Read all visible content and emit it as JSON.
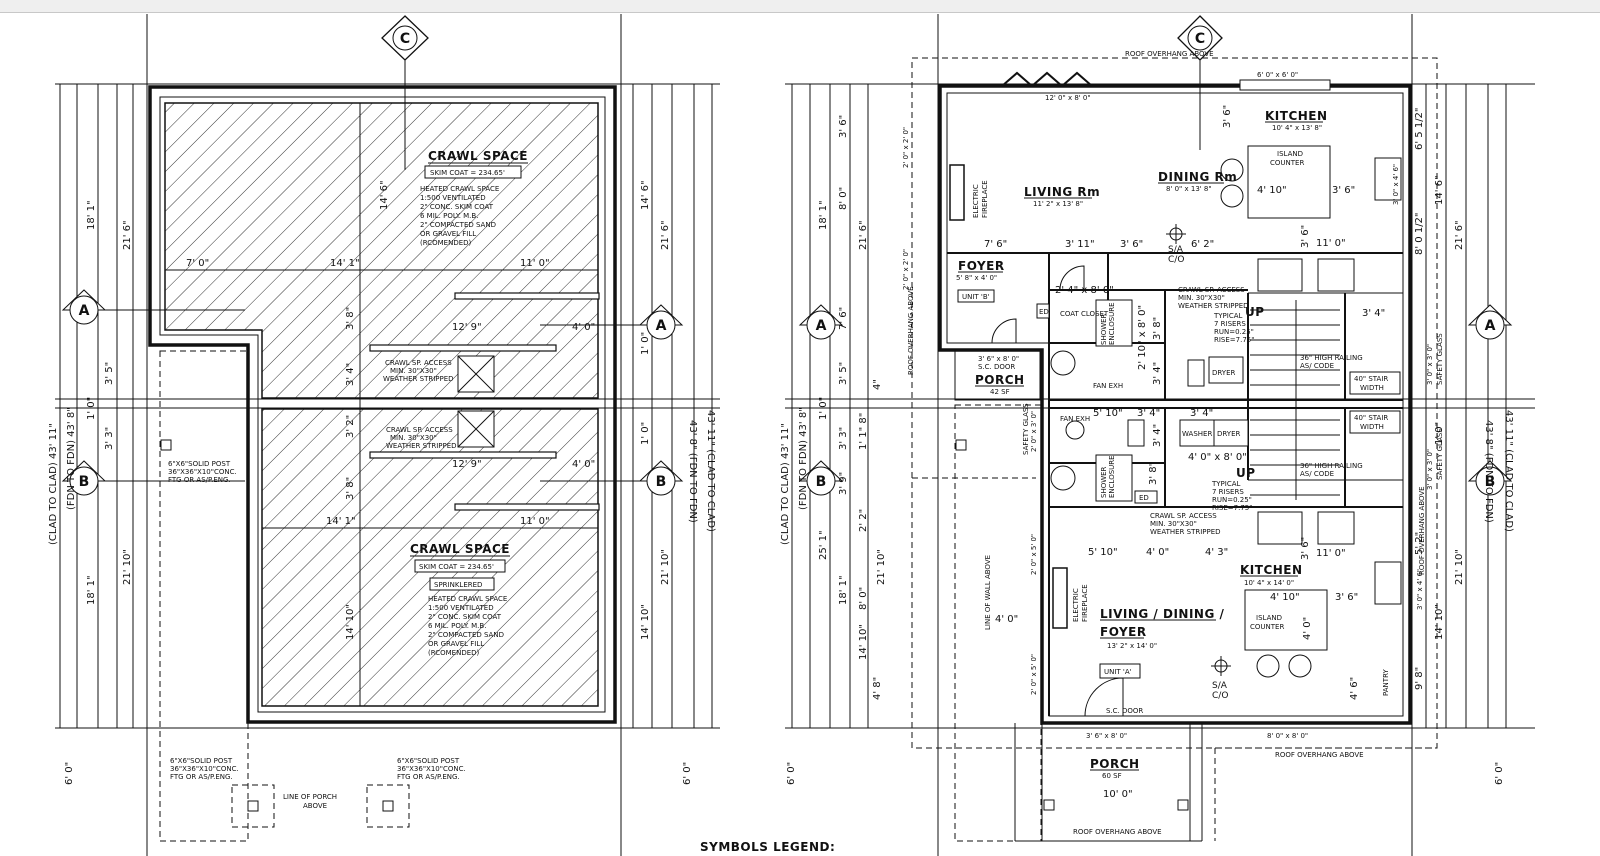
{
  "tags": {
    "grid_c": "C",
    "grid_a": "A",
    "grid_b": "B"
  },
  "foundation": {
    "crawl_top": {
      "title": "CRAWL SPACE",
      "skim": "SKIM COAT = 234.65'",
      "notes": [
        "HEATED CRAWL SPACE",
        "1:500 VENTILATED",
        "2\" CONC. SKIM COAT",
        "6 MIL. POLY. M.B.",
        "2\" COMPACTED SAND",
        "OR GRAVEL FILL",
        "(RCOMENDED)"
      ]
    },
    "crawl_bottom": {
      "title": "CRAWL SPACE",
      "skim": "SKIM COAT = 234.65'",
      "sprinklered": "SPRINKLERED",
      "notes": [
        "HEATED CRAWL SPACE",
        "1:500 VENTILATED",
        "2\" CONC. SKIM COAT",
        "6 MIL. POLY. M.B.",
        "2\" COMPACTED SAND",
        "OR GRAVEL FILL",
        "(RCOMENDED)"
      ]
    },
    "access_1": [
      "CRAWL SP. ACCESS",
      "MIN. 30\"X30\"",
      "WEATHER STRIPPED"
    ],
    "access_2": [
      "CRAWL SP. ACCESS",
      "MIN. 30\"X30\"",
      "WEATHER STRIPPED"
    ],
    "post_note_left": [
      "6\"X6\"SOLID POST",
      "36\"X36\"X10\"CONC.",
      "FTG OR AS/P.ENG."
    ],
    "post_note_bl": [
      "6\"X6\"SOLID POST",
      "36\"X36\"X10\"CONC.",
      "FTG OR AS/P.ENG."
    ],
    "post_note_br": [
      "6\"X6\"SOLID POST",
      "36\"X36\"X10\"CONC.",
      "FTG OR AS/P.ENG."
    ],
    "porch_line": [
      "LINE OF PORCH",
      "ABOVE"
    ],
    "dims": {
      "d7": "7' 0\"",
      "d141a": "14' 1\"",
      "d11a": "11' 0\"",
      "d129a": "12' 9\"",
      "d4a": "4' 0\"",
      "d129b": "12' 9\"",
      "d4b": "4' 0\"",
      "d141b": "14' 1\"",
      "d11b": "11' 0\"",
      "v146": "14' 6\"",
      "v38a": "3' 8\"",
      "v34": "3' 4\"",
      "v32": "3' 2\"",
      "v38b": "3' 8\"",
      "v1410": "14' 10\"",
      "l181a": "18' 1\"",
      "l216": "21' 6\"",
      "l35": "3' 5\"",
      "l10a": "1' 0\"",
      "l33": "3' 3\"",
      "l181b": "18' 1\"",
      "l2110": "21' 10\"",
      "l60": "6' 0\"",
      "r146": "14' 6\"",
      "r216": "21' 6\"",
      "r10a": "1' 0\"",
      "r10b": "1' 0\"",
      "r2110": "21' 10\"",
      "r1410": "14' 10\"",
      "r60": "6' 0\""
    },
    "side_labels": {
      "clad": "(CLAD TO CLAD) 43' 11\"",
      "fdn": "(FDN TO FDN) 43' 8\"",
      "r_fdn": "43' 8\" (FDN TO FDN)",
      "r_clad": "43' 11\" (CLAD TO CLAD)"
    }
  },
  "floor": {
    "roof_top": "ROOF OVERHANG ABOVE",
    "roof_left": "ROOF OVERHANG ABOVE",
    "roof_right": "ROOF OVERHANG ABOVE",
    "roof_bottom_right": "ROOF OVERHANG ABOVE",
    "roof_bottom": "ROOF OVERHANG ABOVE",
    "wall_line": "LINE OF WALL ABOVE",
    "opening_top": "12' 0\" x 8' 0\"",
    "window_top": "6' 0\" x 6' 0\"",
    "kitchen_top": {
      "name": "KITCHEN",
      "size": "10' 4\" x 13' 8\""
    },
    "island_top": [
      "ISLAND",
      "COUNTER"
    ],
    "living_top": {
      "name": "LIVING Rm",
      "size": "11' 2\" x 13' 8\""
    },
    "dining_top": {
      "name": "DINING Rm",
      "size": "8' 0\" x 13' 8\""
    },
    "fireplace_top": [
      "ELECTRIC",
      "FIREPLACE"
    ],
    "foyer": {
      "name": "FOYER",
      "size": "5' 8\" x 4' 0\""
    },
    "unit_b": "UNIT 'B'",
    "sc_door_top": [
      "3' 6\" x 8' 0\"",
      "S.C. DOOR"
    ],
    "porch_top": {
      "name": "PORCH",
      "area": "42 SF"
    },
    "coat_closet": "COAT CLOSET",
    "closet_size": "2' 4\" x 8' 0\"",
    "door_size": "2' 10\" x 8' 0\"",
    "sa_top": [
      "S/A",
      "C/O"
    ],
    "crawl_access": [
      "CRAWL SP. ACCESS",
      "MIN. 30\"X30\"",
      "WEATHER STRIPPED"
    ],
    "typical_top": [
      "TYPICAL",
      "7 RISERS",
      "RUN=0.25\"",
      "RISE=7.75\""
    ],
    "up_top": "UP",
    "railing_top": [
      "36\" HIGH RAILING",
      "AS/ CODE"
    ],
    "stair_top": [
      "40\" STAIR",
      "WIDTH"
    ],
    "dryer_top": "DRYER",
    "washer_top": "WASHER",
    "dryer_mid": "DRYER",
    "fan_exh_top": "FAN EXH",
    "fan_exh_mid": "FAN EXH",
    "shower_top": [
      "SHOWER",
      "ENCLOSURE"
    ],
    "shower_bottom": [
      "SHOWER",
      "ENCLOSURE"
    ],
    "ed_top": "ED",
    "ed_bottom": "ED",
    "safety_glass_left": "SAFETY GLASS",
    "safety_glass_r1": "SAFETY GLASS",
    "safety_glass_r2": "SAFETY GLASS",
    "window_safety_left": "2' 0\" x 3' 0\"",
    "stair_mid": [
      "40\" STAIR",
      "WIDTH"
    ],
    "railing_mid": [
      "36\" HIGH RAILING",
      "AS/ CODE"
    ],
    "up_mid": "UP",
    "typical_mid": [
      "TYPICAL",
      "7 RISERS",
      "RUN=0.25\"",
      "RISE=7.75\""
    ],
    "crawl_access_mid": [
      "CRAWL SP. ACCESS",
      "MIN. 30\"X30\"",
      "WEATHER STRIPPED"
    ],
    "kitchen_bottom": {
      "name": "KITCHEN",
      "size": "10' 4\" x 14' 0\""
    },
    "island_bottom": [
      "ISLAND",
      "COUNTER"
    ],
    "living_bottom": {
      "line1": "LIVING / DINING /",
      "line2": "FOYER",
      "size": "13' 2\" x 14' 0\""
    },
    "fireplace_bottom": [
      "ELECTRIC",
      "FIREPLACE"
    ],
    "unit_a": "UNIT 'A'",
    "sa_bottom": [
      "S/A",
      "C/O"
    ],
    "pantry": "PANTRY",
    "sc_door_bottom": "S.C. DOOR",
    "door_bottom": "3' 6\" x 8' 0\"",
    "opening_bottom": "8' 0\" x 8' 0\"",
    "porch_bottom": {
      "name": "PORCH",
      "area": "60 SF",
      "width": "10' 0\""
    },
    "legend": "SYMBOLS LEGEND:",
    "dims": {
      "k36": "3' 6\"",
      "k410a": "4' 10\"",
      "k36b": "3' 6\"",
      "k36c": "3' 6\"",
      "k11a": "11' 0\"",
      "f76": "7' 6\"",
      "f311": "3' 11\"",
      "f36": "3' 6\"",
      "f62": "6' 2\"",
      "v38": "3' 8\"",
      "v34a": "3' 4\"",
      "v34b": "3' 4\"",
      "d34a": "3' 4\"",
      "d34b": "3' 4\"",
      "d510": "5' 10\"",
      "d34c": "3' 4\"",
      "d48": "4' 0\" x 8' 0\"",
      "d38": "3' 8\"",
      "b510": "5' 10\"",
      "b40": "4' 0\"",
      "b43": "4' 3\"",
      "b36": "3' 6\"",
      "b11": "11' 0\"",
      "b410": "4' 10\"",
      "b36b": "3' 6\"",
      "b40b": "4' 0\"",
      "b46": "4' 6\"",
      "l36": "3' 6\"",
      "l20x20": "2' 0\" x 2' 0\"",
      "l80": "8' 0\"",
      "l216": "21' 6\"",
      "l20x20b": "2' 0\" x 2' 0\"",
      "l181": "18' 1\"",
      "l7": "7' 6\"",
      "l35": "3' 5\"",
      "l4": "4\"",
      "l10": "1' 0\"",
      "l33": "3' 3\"",
      "l1": "1' 1\" 8\"",
      "l39": "3' 9\"",
      "l22": "2' 2\"",
      "l2110": "21' 10\"",
      "l80b": "8' 0\"",
      "l251": "25' 1\"",
      "l181b": "18' 1\"",
      "l1410": "14' 10\"",
      "l48": "4' 8\"",
      "l60": "6' 0\"",
      "l40": "4' 0\"",
      "w205": "2' 0\" x 5' 0\"",
      "w205b": "2' 0\" x 5' 0\"",
      "r65": "6' 5 1/2\"",
      "r146": "14' 6\"",
      "r80": "8' 0 1/2\"",
      "r216": "21' 6\"",
      "r3046": "3' 0\" x 4' 6\"",
      "r3030": "3' 0\" x 3' 0\"",
      "r10": "1' 0\"",
      "r3030b": "3' 0\" x 3' 0\"",
      "r52": "5' 2\"",
      "r3046b": "3' 0\" x 4' 6\"",
      "r98": "9' 8\"",
      "r2110": "21' 10\"",
      "r1410": "14' 10\"",
      "r60": "6' 0\""
    },
    "side_labels": {
      "clad": "(CLAD TO CLAD) 43' 11\"",
      "fdn": "(FDN TO FDN) 43' 8\"",
      "r_fdn": "43' 8\" (FDN TO FDN)",
      "r_clad": "43' 11\" (CLAD TO CLAD)"
    }
  }
}
